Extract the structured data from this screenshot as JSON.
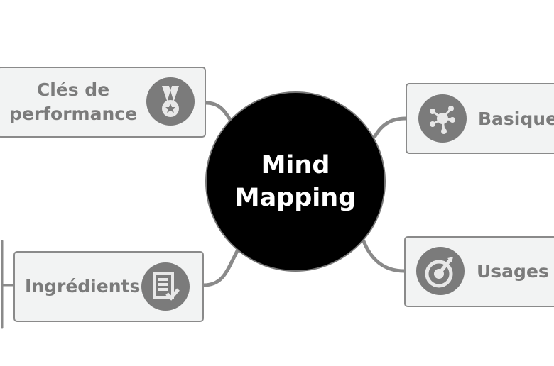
{
  "center": {
    "line1": "Mind",
    "line2": "Mapping"
  },
  "branches": {
    "performance": {
      "line1": "Clés de",
      "line2": "performance",
      "icon": "medal-icon"
    },
    "basiques": {
      "label": "Basiques",
      "icon": "network-hub-icon"
    },
    "ingredients": {
      "label": "Ingrédients",
      "icon": "checklist-icon"
    },
    "usages": {
      "label": "Usages",
      "icon": "target-dart-icon"
    }
  },
  "colors": {
    "node_text": "#7b7b7b",
    "connector": "#8a8a8a",
    "center_fill": "#000000",
    "box_fill": "#f2f3f3"
  }
}
